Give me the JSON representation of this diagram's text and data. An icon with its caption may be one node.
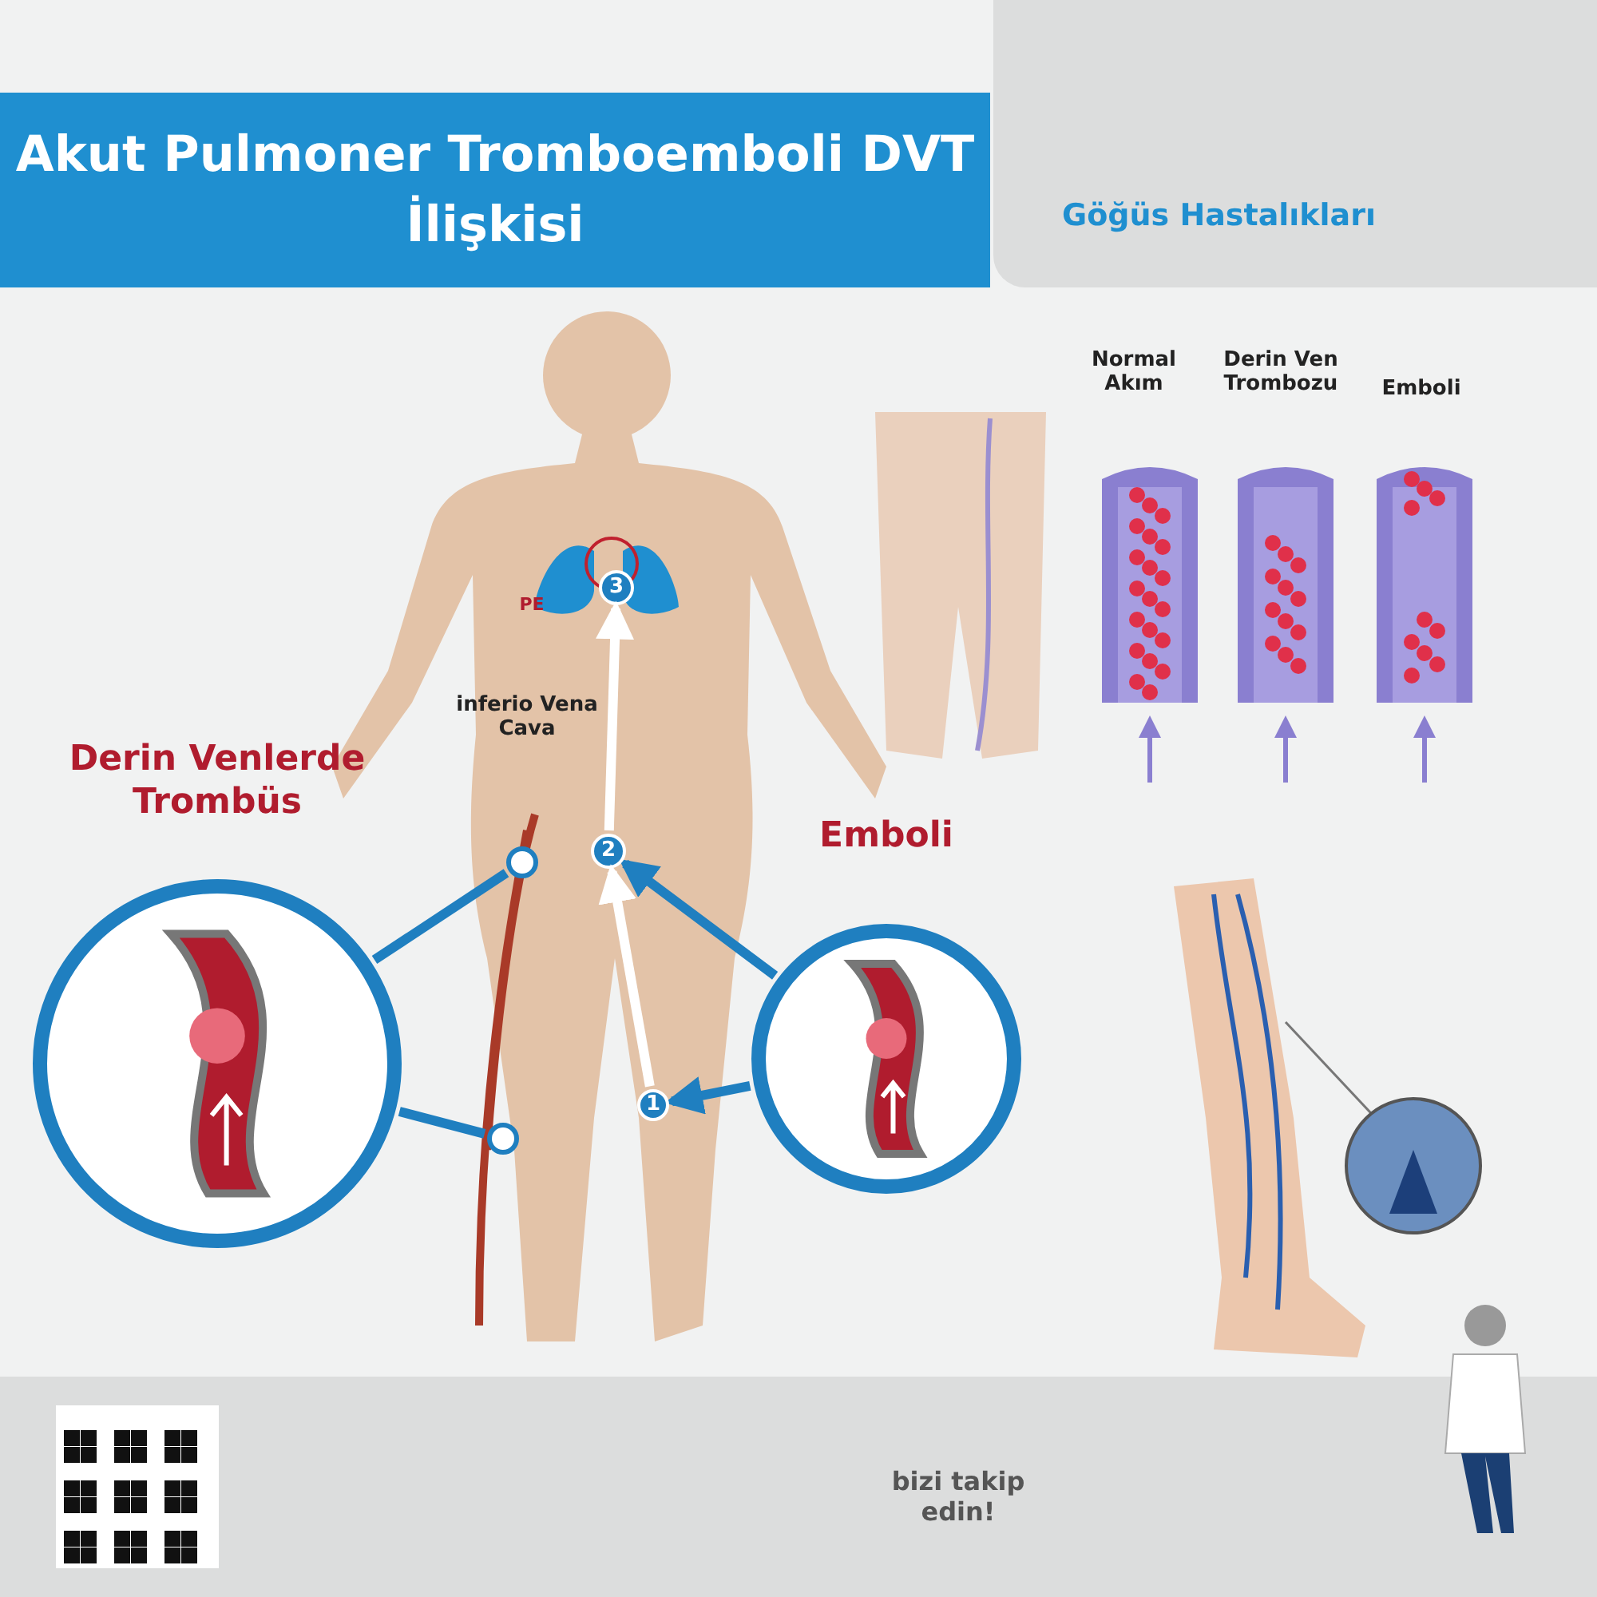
{
  "diagram": {
    "title": "Akut Pulmoner Tromboemboli DVT İlişkisi",
    "nodes": [
      {
        "text": [
          "Derin Venlerde Trombüs"
        ]
      },
      {
        "text": [
          "Emboli"
        ]
      },
      {
        "text": [],
        "shape": "circle"
      },
      {
        "text": [],
        "shape": "circle"
      },
      {
        "text": [
          "1"
        ]
      },
      {
        "text": [
          "2"
        ]
      },
      {
        "text": [
          "3"
        ]
      }
    ],
    "edges": [
      {
        "from": 2,
        "to": 0,
        "arrow": "none"
      },
      {
        "from": 3,
        "to": 0,
        "arrow": "none"
      },
      {
        "from": 1,
        "to": 5,
        "arrow": "to"
      },
      {
        "from": 1,
        "to": 4,
        "arrow": "to"
      },
      {
        "from": 4,
        "to": 5,
        "arrow": "to",
        "color": "#ffffff"
      },
      {
        "from": 5,
        "to": 6,
        "arrow": "to",
        "color": "#ffffff"
      }
    ],
    "labels": [
      "Göğüs Hastalıkları",
      "Normal Akım",
      "Derin Ven Trombozu",
      "Emboli",
      "inferio Vena Cava",
      "PE",
      "bizi takip edin!"
    ]
  }
}
